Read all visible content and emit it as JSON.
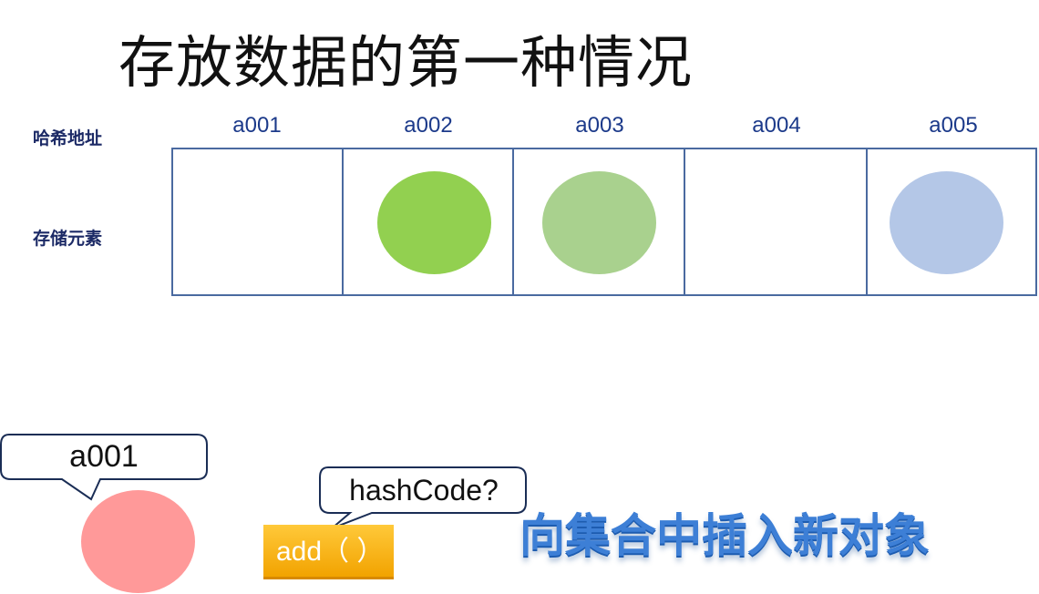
{
  "title": "存放数据的第一种情况",
  "row_labels": {
    "hash": "哈希地址",
    "elements": "存储元素"
  },
  "addresses": [
    "a001",
    "a002",
    "a003",
    "a004",
    "a005"
  ],
  "slot_colors": [
    "",
    "#92d050",
    "#a9d18e",
    "",
    "#b4c7e7"
  ],
  "new_object": {
    "color": "#ff9999",
    "hash_label": "a001"
  },
  "add_button": "add（ ）",
  "hash_bubble": "hashCode?",
  "caption": "向集合中插入新对象"
}
